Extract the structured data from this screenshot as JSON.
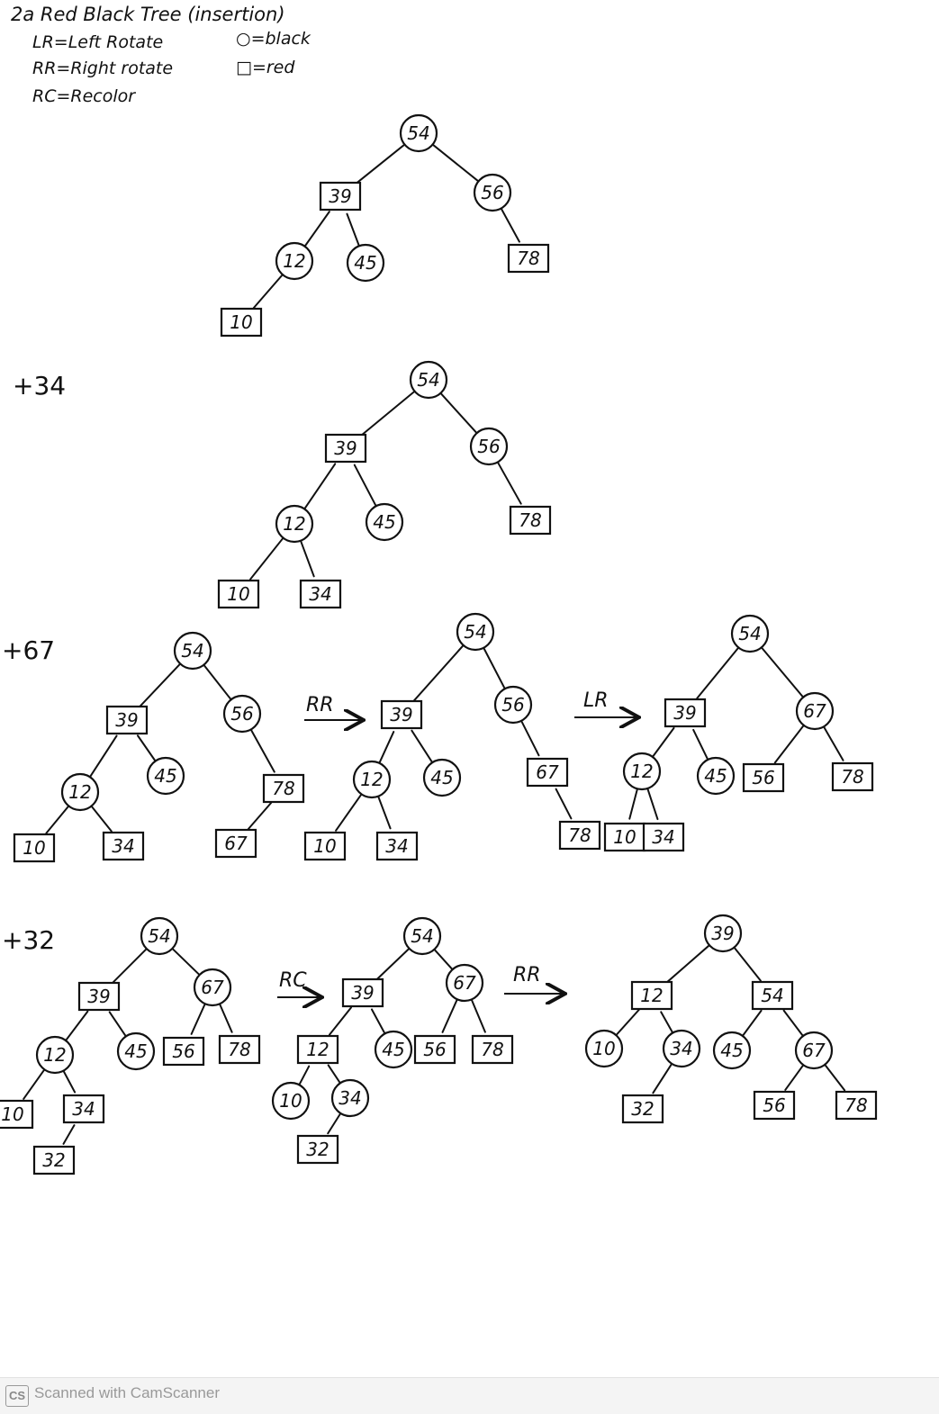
{
  "header": {
    "title": "2a Red Black Tree (insertion)",
    "legend_lr": "LR=Left Rotate",
    "legend_rr": "RR=Right rotate",
    "legend_rc": "RC=Recolor",
    "legend_circle": "○=black",
    "legend_square": "□=red"
  },
  "steps": {
    "s34": "+34",
    "s67": "+67",
    "s32": "+32"
  },
  "arrows": {
    "a1": "RR",
    "a2": "LR",
    "a3": "RC",
    "a4": "RR"
  },
  "footer": {
    "text": "Scanned with CamScanner",
    "logo": "CS"
  },
  "trees": [
    {
      "id": "t0",
      "nodes": [
        [
          "54",
          "black"
        ],
        [
          "39",
          "red"
        ],
        [
          "56",
          "black"
        ],
        [
          "12",
          "black"
        ],
        [
          "45",
          "black"
        ],
        [
          "78",
          "red"
        ],
        [
          "10",
          "red"
        ]
      ],
      "edges": [
        [
          0,
          1
        ],
        [
          0,
          2
        ],
        [
          1,
          3
        ],
        [
          1,
          4
        ],
        [
          2,
          5
        ],
        [
          3,
          6
        ]
      ]
    },
    {
      "id": "t1",
      "nodes": [
        [
          "54",
          "black"
        ],
        [
          "39",
          "red"
        ],
        [
          "56",
          "black"
        ],
        [
          "12",
          "black"
        ],
        [
          "45",
          "black"
        ],
        [
          "78",
          "red"
        ],
        [
          "10",
          "red"
        ],
        [
          "34",
          "red"
        ]
      ],
      "edges": [
        [
          0,
          1
        ],
        [
          0,
          2
        ],
        [
          1,
          3
        ],
        [
          1,
          4
        ],
        [
          2,
          5
        ],
        [
          3,
          6
        ],
        [
          3,
          7
        ]
      ]
    },
    {
      "id": "t2",
      "nodes": [
        [
          "54",
          "black"
        ],
        [
          "39",
          "red"
        ],
        [
          "56",
          "black"
        ],
        [
          "12",
          "black"
        ],
        [
          "45",
          "black"
        ],
        [
          "78",
          "red"
        ],
        [
          "10",
          "red"
        ],
        [
          "34",
          "red"
        ],
        [
          "67",
          "red"
        ]
      ],
      "edges": [
        [
          0,
          1
        ],
        [
          0,
          2
        ],
        [
          1,
          3
        ],
        [
          1,
          4
        ],
        [
          2,
          5
        ],
        [
          3,
          6
        ],
        [
          3,
          7
        ],
        [
          5,
          8
        ]
      ]
    },
    {
      "id": "t3",
      "nodes": [
        [
          "54",
          "black"
        ],
        [
          "39",
          "red"
        ],
        [
          "56",
          "black"
        ],
        [
          "12",
          "black"
        ],
        [
          "45",
          "black"
        ],
        [
          "67",
          "red"
        ],
        [
          "78",
          "red"
        ],
        [
          "10",
          "red"
        ],
        [
          "34",
          "red"
        ]
      ],
      "edges": [
        [
          0,
          1
        ],
        [
          0,
          2
        ],
        [
          1,
          3
        ],
        [
          1,
          4
        ],
        [
          2,
          5
        ],
        [
          5,
          6
        ],
        [
          3,
          7
        ],
        [
          3,
          8
        ]
      ]
    },
    {
      "id": "t4",
      "nodes": [
        [
          "54",
          "black"
        ],
        [
          "39",
          "red"
        ],
        [
          "67",
          "black"
        ],
        [
          "12",
          "black"
        ],
        [
          "45",
          "black"
        ],
        [
          "56",
          "red"
        ],
        [
          "78",
          "red"
        ],
        [
          "10",
          "red"
        ],
        [
          "34",
          "red"
        ]
      ],
      "edges": [
        [
          0,
          1
        ],
        [
          0,
          2
        ],
        [
          1,
          3
        ],
        [
          1,
          4
        ],
        [
          2,
          5
        ],
        [
          2,
          6
        ],
        [
          3,
          7
        ],
        [
          3,
          8
        ]
      ]
    },
    {
      "id": "t5",
      "nodes": [
        [
          "54",
          "black"
        ],
        [
          "39",
          "red"
        ],
        [
          "67",
          "black"
        ],
        [
          "12",
          "black"
        ],
        [
          "45",
          "black"
        ],
        [
          "56",
          "red"
        ],
        [
          "78",
          "red"
        ],
        [
          "10",
          "red"
        ],
        [
          "34",
          "red"
        ],
        [
          "32",
          "red"
        ]
      ],
      "edges": [
        [
          0,
          1
        ],
        [
          0,
          2
        ],
        [
          1,
          3
        ],
        [
          1,
          4
        ],
        [
          2,
          5
        ],
        [
          2,
          6
        ],
        [
          3,
          7
        ],
        [
          3,
          8
        ],
        [
          8,
          9
        ]
      ]
    },
    {
      "id": "t6",
      "nodes": [
        [
          "54",
          "black"
        ],
        [
          "39",
          "red"
        ],
        [
          "67",
          "black"
        ],
        [
          "12",
          "red"
        ],
        [
          "45",
          "black"
        ],
        [
          "56",
          "red"
        ],
        [
          "78",
          "red"
        ],
        [
          "10",
          "black"
        ],
        [
          "34",
          "black"
        ],
        [
          "32",
          "red"
        ]
      ],
      "edges": [
        [
          0,
          1
        ],
        [
          0,
          2
        ],
        [
          1,
          3
        ],
        [
          1,
          4
        ],
        [
          2,
          5
        ],
        [
          2,
          6
        ],
        [
          3,
          7
        ],
        [
          3,
          8
        ],
        [
          8,
          9
        ]
      ]
    },
    {
      "id": "t7",
      "nodes": [
        [
          "39",
          "black"
        ],
        [
          "12",
          "red"
        ],
        [
          "54",
          "red"
        ],
        [
          "10",
          "black"
        ],
        [
          "34",
          "black"
        ],
        [
          "45",
          "black"
        ],
        [
          "67",
          "black"
        ],
        [
          "32",
          "red"
        ],
        [
          "56",
          "red"
        ],
        [
          "78",
          "red"
        ]
      ],
      "edges": [
        [
          0,
          1
        ],
        [
          0,
          2
        ],
        [
          1,
          3
        ],
        [
          1,
          4
        ],
        [
          2,
          5
        ],
        [
          2,
          6
        ],
        [
          4,
          7
        ],
        [
          6,
          8
        ],
        [
          6,
          9
        ]
      ]
    }
  ]
}
